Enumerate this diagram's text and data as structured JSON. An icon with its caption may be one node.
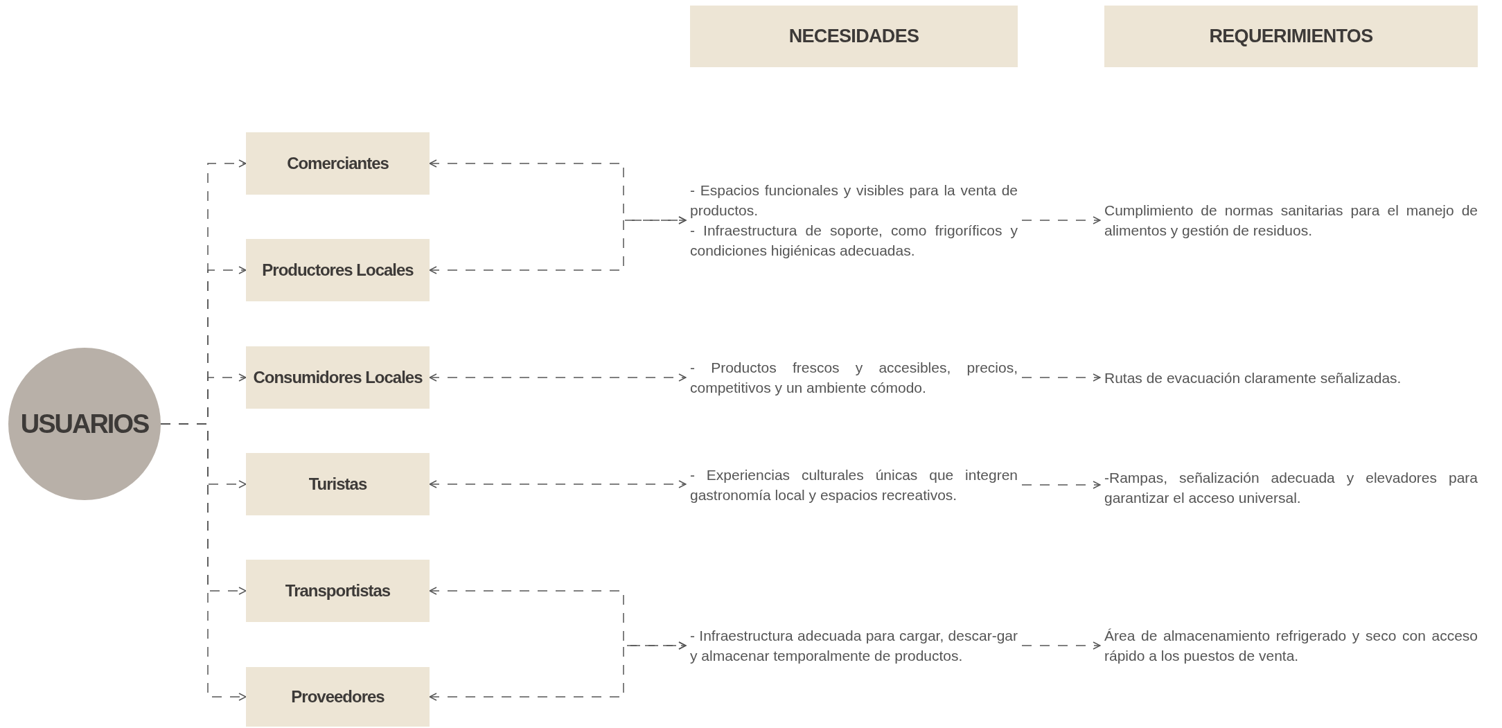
{
  "diagram": {
    "nodes": [
      {
        "text": [
          "USUARIOS"
        ]
      },
      {
        "text": [
          "Comerciantes"
        ]
      },
      {
        "text": [
          "Productores Locales"
        ]
      },
      {
        "text": [
          "Consumidores Locales"
        ]
      },
      {
        "text": [
          "Turistas"
        ]
      },
      {
        "text": [
          "Transportistas"
        ]
      },
      {
        "text": [
          "Proveedores"
        ]
      },
      {
        "text": [
          "NECESIDADES"
        ]
      },
      {
        "text": [
          "REQUERIMIENTOS"
        ]
      },
      {
        "text": [
          "- Espacios funcionales y visibles para la venta de productos.",
          "- Infraestructura de soporte, como frigoríficos y condiciones higiénicas adecuadas."
        ]
      },
      {
        "text": [
          "- Productos frescos y accesibles, precios, competitivos y un ambiente cómodo."
        ]
      },
      {
        "text": [
          "- Experiencias culturales únicas que integren gastronomía local y espacios recreativos."
        ]
      },
      {
        "text": [
          "- Infraestructura adecuada para cargar, descar-gar y almacenar temporalmente de productos."
        ]
      },
      {
        "text": [
          "Cumplimiento de normas sanitarias para el manejo de alimentos y gestión de residuos."
        ]
      },
      {
        "text": [
          "Rutas de evacuación claramente señalizadas."
        ]
      },
      {
        "text": [
          "-Rampas, señalización adecuada y elevadores para garantizar el acceso universal."
        ]
      },
      {
        "text": [
          "Área de almacenamiento refrigerado y seco con acceso rápido a los puestos de venta."
        ]
      }
    ],
    "edges": [
      {
        "from": 0,
        "to": 1,
        "arrow": "to",
        "style": "dashed"
      },
      {
        "from": 0,
        "to": 2,
        "arrow": "to",
        "style": "dashed"
      },
      {
        "from": 0,
        "to": 3,
        "arrow": "to",
        "style": "dashed"
      },
      {
        "from": 0,
        "to": 4,
        "arrow": "to",
        "style": "dashed"
      },
      {
        "from": 0,
        "to": 5,
        "arrow": "to",
        "style": "dashed"
      },
      {
        "from": 0,
        "to": 6,
        "arrow": "to",
        "style": "dashed"
      },
      {
        "from": 1,
        "to": 9,
        "arrow": "both",
        "style": "dashed"
      },
      {
        "from": 2,
        "to": 9,
        "arrow": "both",
        "style": "dashed"
      },
      {
        "from": 3,
        "to": 10,
        "arrow": "both",
        "style": "dashed"
      },
      {
        "from": 4,
        "to": 11,
        "arrow": "both",
        "style": "dashed"
      },
      {
        "from": 5,
        "to": 12,
        "arrow": "both",
        "style": "dashed"
      },
      {
        "from": 6,
        "to": 12,
        "arrow": "both",
        "style": "dashed"
      },
      {
        "from": 9,
        "to": 13,
        "arrow": "to",
        "style": "dashed"
      },
      {
        "from": 10,
        "to": 14,
        "arrow": "to",
        "style": "dashed"
      },
      {
        "from": 11,
        "to": 15,
        "arrow": "to",
        "style": "dashed"
      },
      {
        "from": 12,
        "to": 16,
        "arrow": "to",
        "style": "dashed"
      }
    ]
  }
}
